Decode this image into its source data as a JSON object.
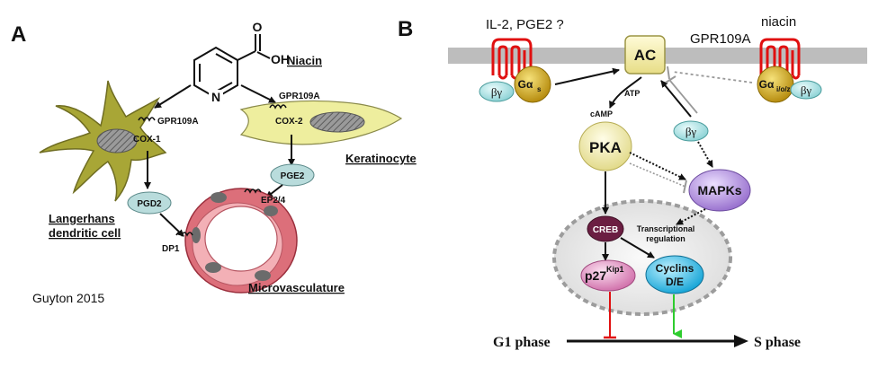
{
  "panel_a": {
    "letter": "A",
    "niacin": "Niacin",
    "oh": "OH",
    "o": "O",
    "n_atom": "N",
    "gpr_dc": "GPR109A",
    "gpr_k": "GPR109A",
    "cox1": "COX-1",
    "cox2": "COX-2",
    "pgd2": "PGD2",
    "pge2": "PGE2",
    "dp1": "DP1",
    "ep24": "EP2/4",
    "langerhans_1": "Langerhans",
    "langerhans_2": "dendritic cell",
    "keratinocyte": "Keratinocyte",
    "microvasculature": "Microvasculature",
    "citation": "Guyton 2015"
  },
  "panel_b": {
    "letter": "B",
    "ligand_left": "IL-2, PGE2 ?",
    "ligand_right": "niacin",
    "gpr109a": "GPR109A",
    "ac": "AC",
    "atp": "ATP",
    "camp": "cAMP",
    "pka": "PKA",
    "beta_gamma": "βγ",
    "g_alpha": "Gα",
    "gs_sub": "s",
    "gi_sub": "i/o/z",
    "mapks": "MAPKs",
    "creb": "CREB",
    "transcriptional_1": "Transcriptional",
    "transcriptional_2": "regulation",
    "p27": "p27",
    "kip1": "Kip1",
    "cyclins_1": "Cyclins",
    "cyclins_2": "D/E",
    "g1_phase": "G1 phase",
    "s_phase": "S phase"
  }
}
